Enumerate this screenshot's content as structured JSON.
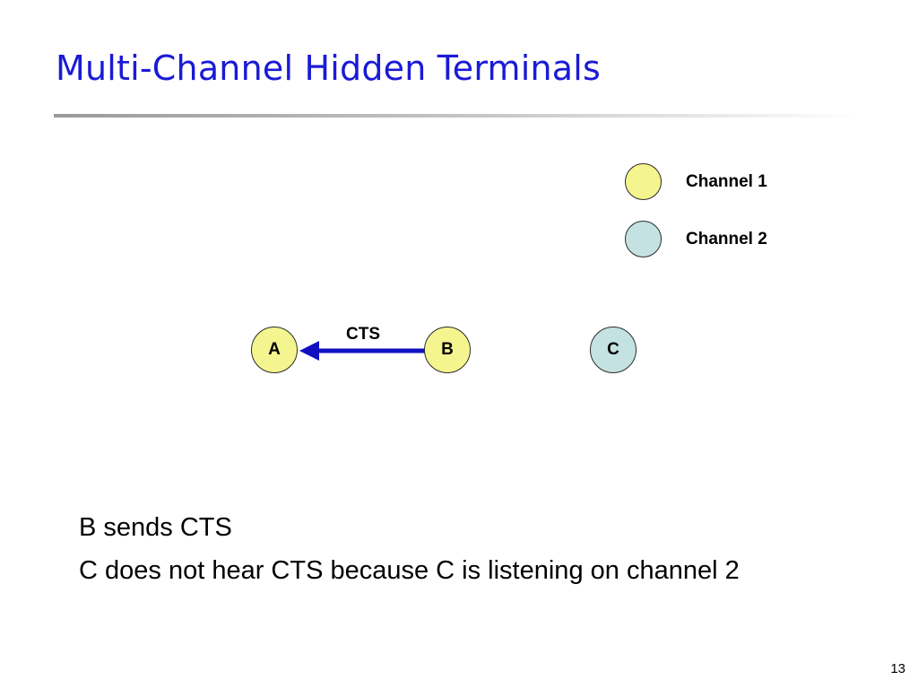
{
  "title": "Multi-Channel Hidden Terminals",
  "legend": [
    {
      "label": "Channel 1",
      "color": "#f5f58f"
    },
    {
      "label": "Channel 2",
      "color": "#c4e2e2"
    }
  ],
  "nodes": [
    {
      "label": "A",
      "channel": "Channel 1"
    },
    {
      "label": "B",
      "channel": "Channel 1"
    },
    {
      "label": "C",
      "channel": "Channel 2"
    }
  ],
  "arrow": {
    "label": "CTS",
    "from": "B",
    "to": "A",
    "color": "#1010c0"
  },
  "body_lines": [
    "B sends CTS",
    "C does not hear CTS because C is listening on channel 2"
  ],
  "page_number": "13"
}
